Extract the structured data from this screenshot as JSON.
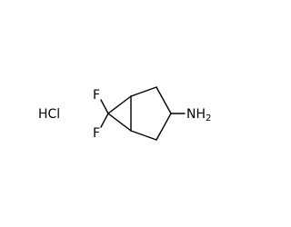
{
  "molecule": {
    "salt_label": "HCl",
    "fluorine_top": "F",
    "fluorine_bottom": "F",
    "amine_label": "NH",
    "amine_subscript": "2"
  }
}
